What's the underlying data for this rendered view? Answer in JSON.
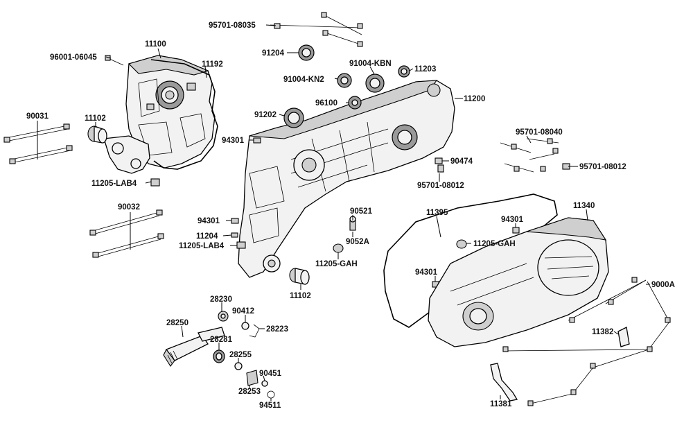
{
  "diagram": {
    "labels": {
      "l_95701_08035": "95701-08035",
      "l_96001_06045": "96001-06045",
      "l_11100": "11100",
      "l_91204": "91204",
      "l_11192": "11192",
      "l_91004_kbn": "91004-KBN",
      "l_11203": "11203",
      "l_91004_kn2": "91004-KN2",
      "l_11200": "11200",
      "l_96100": "96100",
      "l_91202": "91202",
      "l_90031": "90031",
      "l_11102_top": "11102",
      "l_94301_a": "94301",
      "l_95701_08040": "95701-08040",
      "l_90474": "90474",
      "l_95701_08012_a": "95701-08012",
      "l_95701_08012_b": "95701-08012",
      "l_11205_lab4_a": "11205-LAB4",
      "l_90032": "90032",
      "l_90521": "90521",
      "l_11395": "11395",
      "l_11340": "11340",
      "l_94301_b": "94301",
      "l_94301_c": "94301",
      "l_11204": "11204",
      "l_9052a": "9052A",
      "l_11205_gah_a": "11205-GAH",
      "l_11205_lab4_b": "11205-LAB4",
      "l_11205_gah_b": "11205-GAH",
      "l_94301_d": "94301",
      "l_11102_bot": "11102",
      "l_9000a": "9000A",
      "l_28230": "28230",
      "l_90412": "90412",
      "l_28250": "28250",
      "l_28223": "28223",
      "l_11382": "11382",
      "l_28281": "28281",
      "l_28255": "28255",
      "l_90451": "90451",
      "l_28253": "28253",
      "l_94511": "94511",
      "l_11381": "11381"
    }
  }
}
